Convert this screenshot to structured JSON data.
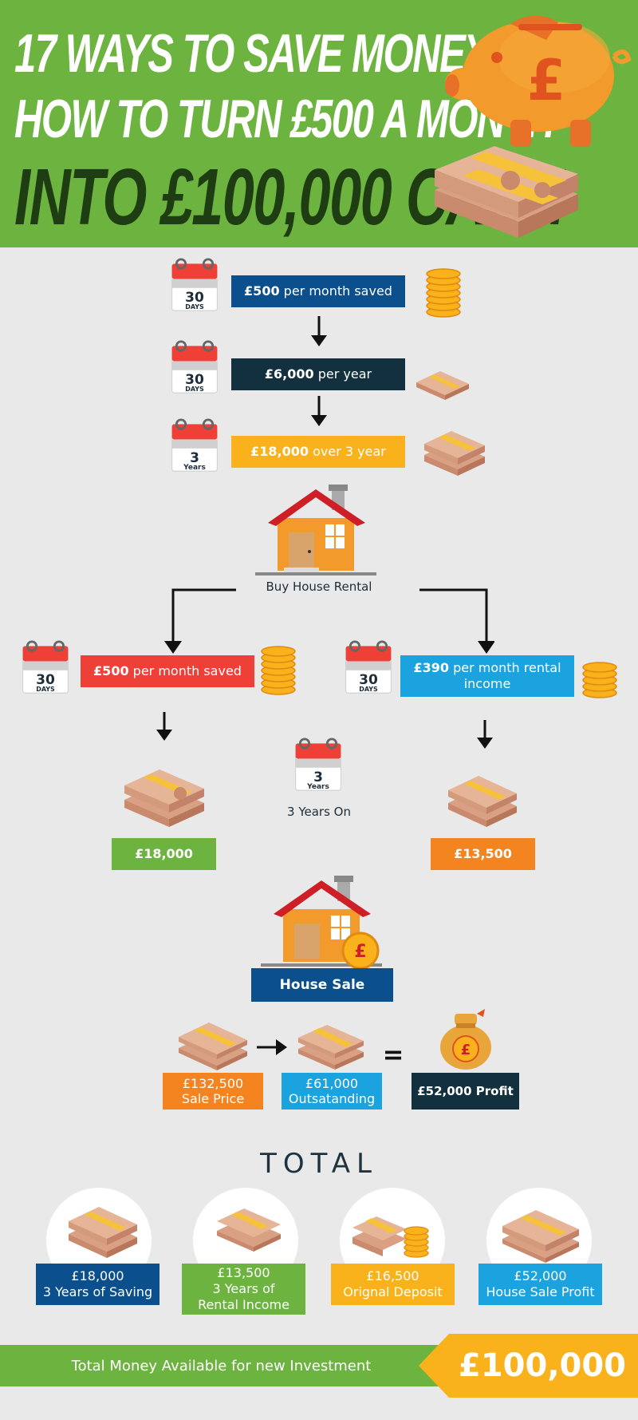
{
  "header": {
    "line1": "17 WAYS TO SAVE MONEY AND",
    "line2": "HOW TO TURN £500 A MONTH",
    "line3": "INTO £100,000 CASH"
  },
  "colors": {
    "green": "#6db33f",
    "navy": "#0b4f8c",
    "dark": "#13303f",
    "yellow": "#f9b21b",
    "red": "#ee4036",
    "cyan": "#1aa3de",
    "orange": "#f48420"
  },
  "calendars": {
    "c1": {
      "num": "30",
      "unit": "DAYS"
    },
    "c2": {
      "num": "30",
      "unit": "DAYS"
    },
    "c3": {
      "num": "3",
      "unit": "Years"
    },
    "c4": {
      "num": "30",
      "unit": "DAYS"
    },
    "c5": {
      "num": "30",
      "unit": "DAYS"
    },
    "c6": {
      "num": "3",
      "unit": "Years"
    }
  },
  "steps": {
    "s1": {
      "amount": "£500",
      "text": " per month saved"
    },
    "s2": {
      "amount": "£6,000",
      "text": " per year"
    },
    "s3": {
      "amount": "£18,000",
      "text": " over 3 year"
    }
  },
  "house_label": "Buy House Rental",
  "left_branch": {
    "amount": "£500",
    "text": " per month saved",
    "result": "£18,000"
  },
  "right_branch": {
    "amount": "£390",
    "text": " per month rental income",
    "result": "£13,500"
  },
  "three_years_on": "3 Years On",
  "house_sale": "House Sale",
  "sale": {
    "price": "£132,500",
    "price_label": "Sale Price",
    "outstanding": "£61,000",
    "outstanding_label": "Outsatanding",
    "equals": "=",
    "profit": "£52,000 Profit"
  },
  "total": {
    "title": "TOTAL",
    "items": [
      {
        "amount": "£18,000",
        "label": "3 Years of Saving"
      },
      {
        "amount": "£13,500",
        "label": "3 Years of Rental Income"
      },
      {
        "amount": "£16,500",
        "label": "Orignal Deposit"
      },
      {
        "amount": "£52,000",
        "label": "House Sale Profit"
      }
    ]
  },
  "footer": {
    "label": "Total Money Available for new Investment",
    "amount": "£100,000"
  }
}
